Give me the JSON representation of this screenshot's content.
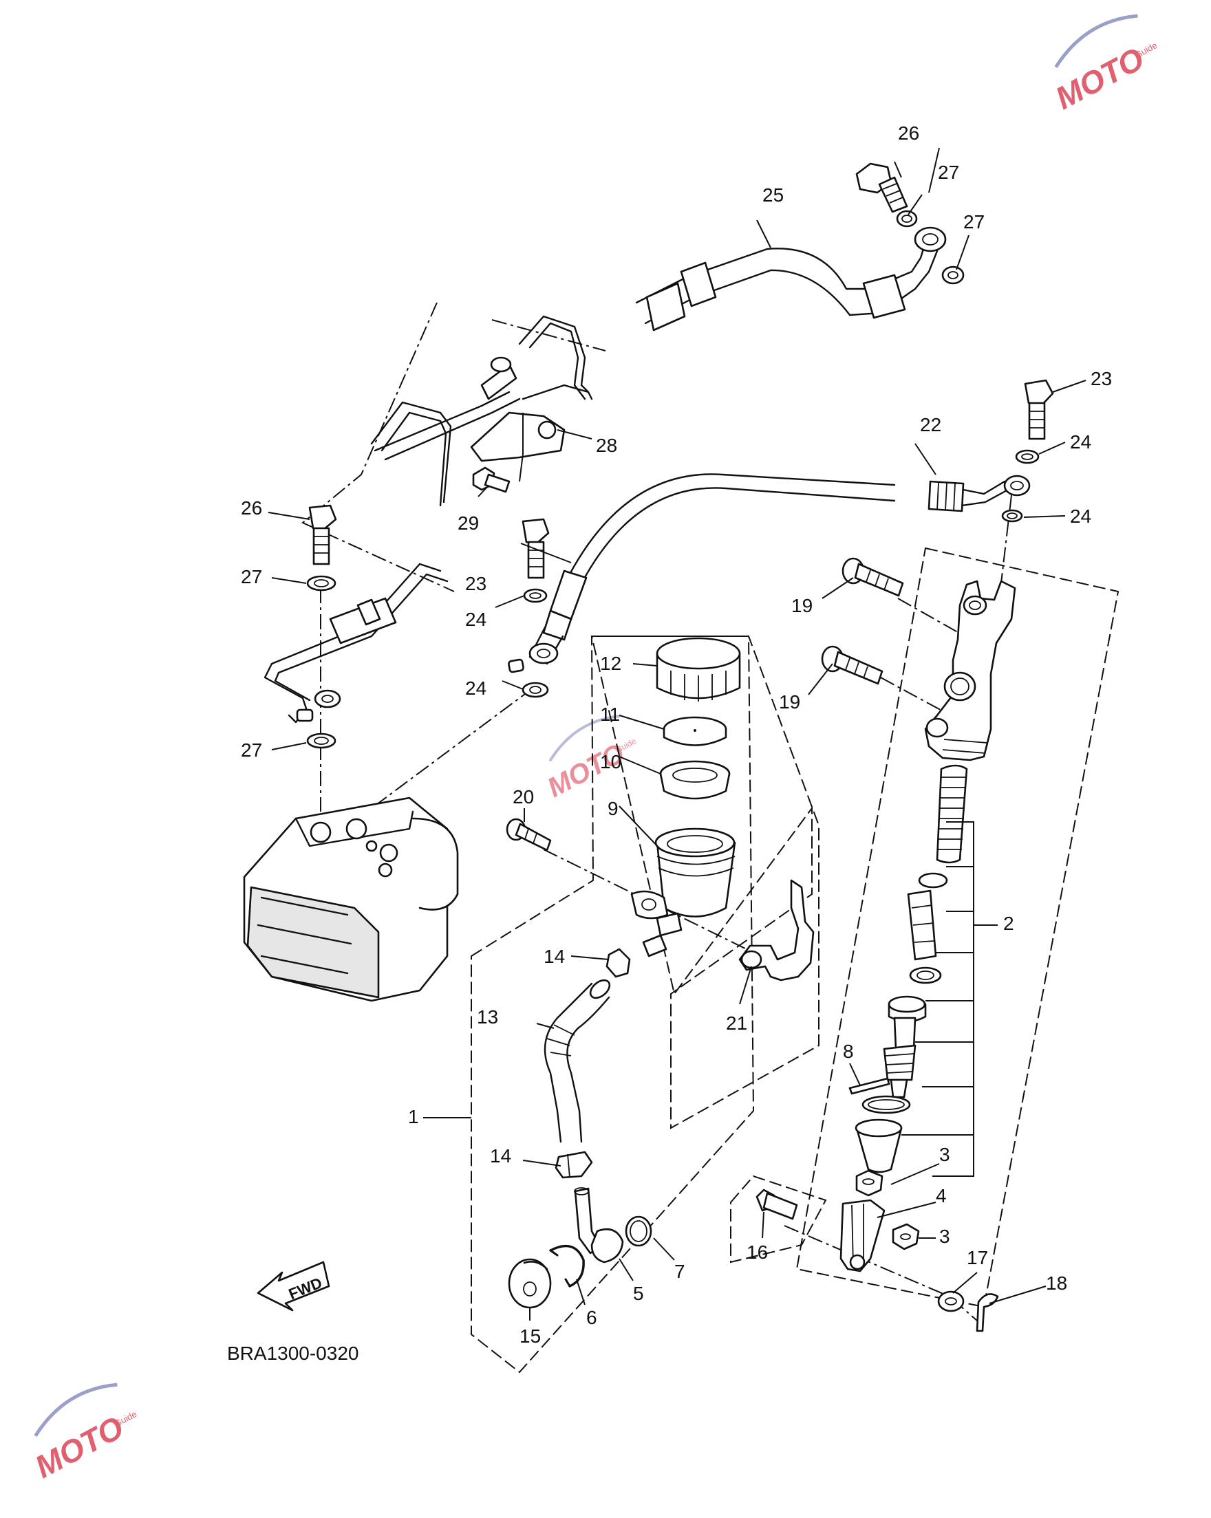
{
  "diagram_code": "BRA1300-0320",
  "direction_label": "FWD",
  "watermark": {
    "text": "MOTO",
    "subtext": "Guide",
    "color": "#e06070",
    "accent": "#9aa0c8"
  },
  "callouts": [
    "1",
    "2",
    "3",
    "3",
    "4",
    "5",
    "6",
    "7",
    "8",
    "9",
    "10",
    "11",
    "12",
    "13",
    "14",
    "14",
    "15",
    "16",
    "17",
    "18",
    "19",
    "19",
    "20",
    "21",
    "22",
    "23",
    "23",
    "24",
    "24",
    "24",
    "24",
    "25",
    "26",
    "26",
    "27",
    "27",
    "27",
    "27",
    "28",
    "29"
  ]
}
